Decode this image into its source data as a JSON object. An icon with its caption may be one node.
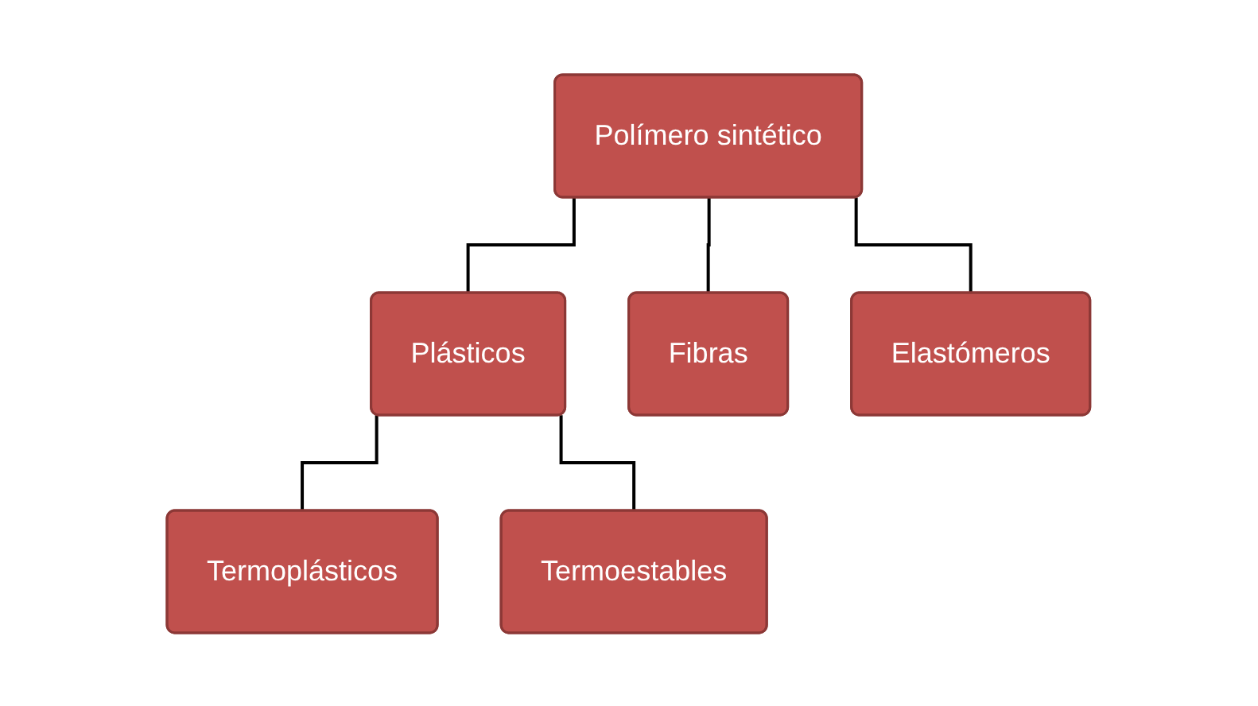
{
  "diagram": {
    "nodes": [
      {
        "text": [
          "Polímero sintético"
        ]
      },
      {
        "text": [
          "Plásticos"
        ]
      },
      {
        "text": [
          "Fibras"
        ]
      },
      {
        "text": [
          "Elastómeros"
        ]
      },
      {
        "text": [
          "Termoplásticos"
        ]
      },
      {
        "text": [
          "Termoestables"
        ]
      }
    ],
    "edges": [
      {
        "from": 0,
        "to": 1,
        "arrow": "none"
      },
      {
        "from": 0,
        "to": 2,
        "arrow": "none"
      },
      {
        "from": 0,
        "to": 3,
        "arrow": "none"
      },
      {
        "from": 1,
        "to": 4,
        "arrow": "none"
      },
      {
        "from": 1,
        "to": 5,
        "arrow": "none"
      }
    ]
  }
}
